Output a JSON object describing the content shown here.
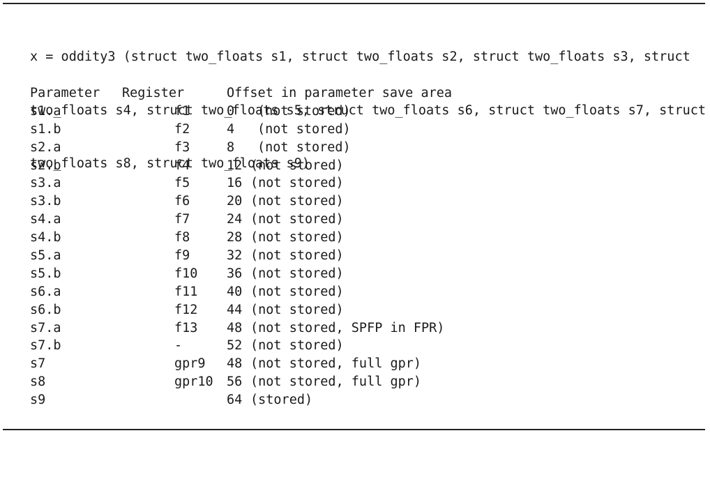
{
  "signature": {
    "lines": [
      "x = oddity3 (struct two_floats s1, struct two_floats s2, struct two_floats s3, struct",
      "two_floats s4, struct two_floats s5, struct two_floats s6, struct two_floats s7, struct",
      "two_floats s8, struct two_floats s9)"
    ]
  },
  "table": {
    "headers": {
      "parameter": "Parameter",
      "register": "Register",
      "offset": "Offset in parameter save area"
    },
    "rows": [
      {
        "param": "s1.a",
        "reg": "f1",
        "offset": "0",
        "note": "(not stored)"
      },
      {
        "param": "s1.b",
        "reg": "f2",
        "offset": "4",
        "note": "(not stored)"
      },
      {
        "param": "s2.a",
        "reg": "f3",
        "offset": "8",
        "note": "(not stored)"
      },
      {
        "param": "s2.b",
        "reg": "f4",
        "offset": "12",
        "note": "(not stored)"
      },
      {
        "param": "s3.a",
        "reg": "f5",
        "offset": "16",
        "note": "(not stored)"
      },
      {
        "param": "s3.b",
        "reg": "f6",
        "offset": "20",
        "note": "(not stored)"
      },
      {
        "param": "s4.a",
        "reg": "f7",
        "offset": "24",
        "note": "(not stored)"
      },
      {
        "param": "s4.b",
        "reg": "f8",
        "offset": "28",
        "note": "(not stored)"
      },
      {
        "param": "s5.a",
        "reg": "f9",
        "offset": "32",
        "note": "(not stored)"
      },
      {
        "param": "s5.b",
        "reg": "f10",
        "offset": "36",
        "note": "(not stored)"
      },
      {
        "param": "s6.a",
        "reg": "f11",
        "offset": "40",
        "note": "(not stored)"
      },
      {
        "param": "s6.b",
        "reg": "f12",
        "offset": "44",
        "note": "(not stored)"
      },
      {
        "param": "s7.a",
        "reg": "f13",
        "offset": "48",
        "note": "(not stored, SPFP in FPR)"
      },
      {
        "param": "s7.b",
        "reg": "-",
        "offset": "52",
        "note": "(not stored)"
      },
      {
        "param": "s7",
        "reg": "gpr9",
        "offset": "48",
        "note": "(not stored, full gpr)"
      },
      {
        "param": "s8",
        "reg": "gpr10",
        "offset": "56",
        "note": "(not stored, full gpr)"
      },
      {
        "param": "s9",
        "reg": "",
        "offset": "64",
        "note": "(stored)"
      }
    ]
  }
}
